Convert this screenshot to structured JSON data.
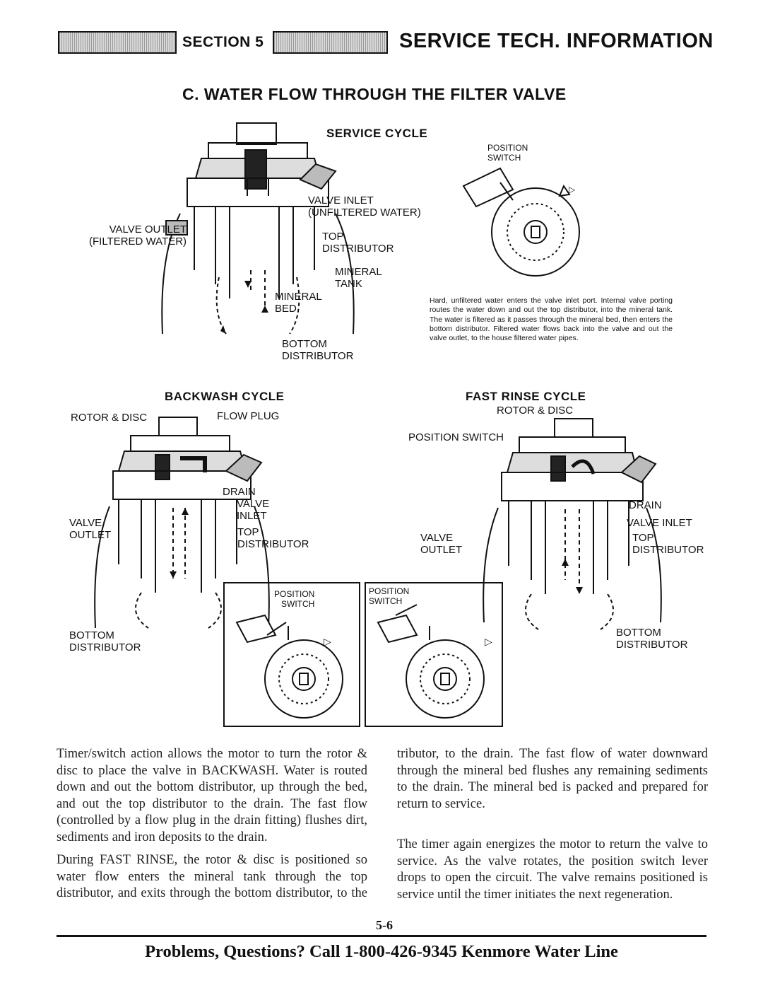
{
  "header": {
    "section_label": "SECTION 5",
    "title": "SERVICE TECH. INFORMATION"
  },
  "subtitle": "C. WATER FLOW THROUGH THE FILTER VALVE",
  "service_cycle": {
    "title": "SERVICE CYCLE",
    "labels": {
      "valve_inlet": "VALVE INLET\n(UNFILTERED WATER)",
      "valve_outlet": "VALVE OUTLET\n(FILTERED WATER)",
      "top_distributor": "TOP\nDISTRIBUTOR",
      "mineral_tank": "MINERAL\nTANK",
      "mineral_bed": "MINERAL\nBED",
      "bottom_distributor": "BOTTOM\nDISTRIBUTOR",
      "position_switch": "POSITION\nSWITCH"
    },
    "caption": "Hard, unfiltered water enters the valve inlet port. Internal valve porting routes the water down and out the top distributor, into the mineral tank. The water is filtered as it passes through the mineral bed, then enters the bottom distributor. Filtered water flows back into the valve and out the valve outlet, to the house filtered water pipes."
  },
  "backwash_cycle": {
    "title": "BACKWASH CYCLE",
    "labels": {
      "rotor_disc": "ROTOR & DISC",
      "flow_plug": "FLOW PLUG",
      "drain": "DRAIN",
      "valve_inlet": "VALVE\nINLET",
      "valve_outlet": "VALVE\nOUTLET",
      "top_distributor": "TOP\nDISTRIBUTOR",
      "bottom_distributor": "BOTTOM\nDISTRIBUTOR",
      "position_switch": "POSITION\nSWITCH"
    }
  },
  "fast_rinse_cycle": {
    "title": "FAST RINSE CYCLE",
    "labels": {
      "rotor_disc": "ROTOR & DISC",
      "position_switch": "POSITION SWITCH",
      "drain": "DRAIN",
      "valve_inlet": "VALVE INLET",
      "valve_outlet": "VALVE\nOUTLET",
      "top_distributor": "TOP\nDISTRIBUTOR",
      "bottom_distributor": "BOTTOM\nDISTRIBUTOR",
      "position_switch_small": "POSITION\nSWITCH"
    }
  },
  "body": {
    "left": [
      "Timer/switch action allows the motor to turn the rotor & disc to place the valve in BACKWASH. Water is routed down and out the bottom distributor, up through the bed, and out the top distributor to the drain. The fast flow (controlled by a flow plug in the drain fitting) flushes dirt, sediments and iron deposits to the drain.",
      "During FAST RINSE, the rotor & disc is positioned so water flow enters the mineral tank through the top distributor, and exits through the bottom distributor, to the drain. The fast flow of water downward through the mineral bed flushes any remaining sediments to the drain. The mineral bed is packed and prepared for return to service."
    ],
    "right": [
      "tributor, to the drain. The fast flow of water downward through the mineral bed flushes any remaining sediments to the drain. The mineral bed is packed and prepared for return to service.",
      "The timer again energizes the motor to return the valve to service. As the valve rotates, the position switch lever drops to open the circuit. The valve remains positioned is service until the timer initiates the next regeneration."
    ]
  },
  "page_number": "5-6",
  "footer": "Problems, Questions? Call 1-800-426-9345 Kenmore Water Line",
  "icons": [
    "valve-cross-section-icon",
    "position-switch-icon",
    "rotor-disc-icon"
  ]
}
